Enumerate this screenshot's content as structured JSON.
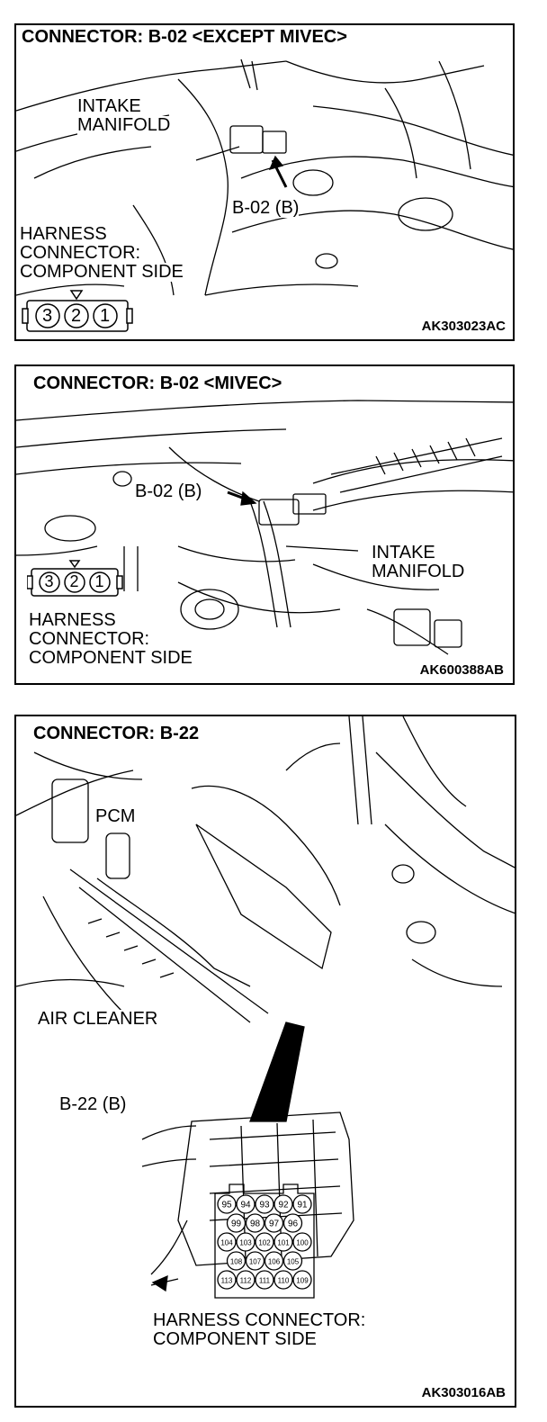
{
  "panel1": {
    "title": "CONNECTOR: B-02 <EXCEPT MIVEC>",
    "labels": {
      "intake_line1": "INTAKE",
      "intake_line2": "MANIFOLD",
      "connector": "B-02 (B)",
      "harness_line1": "HARNESS",
      "harness_line2": "CONNECTOR:",
      "harness_line3": "COMPONENT SIDE"
    },
    "pins": [
      "3",
      "2",
      "1"
    ],
    "code": "AK303023AC"
  },
  "panel2": {
    "title": "CONNECTOR: B-02 <MIVEC>",
    "labels": {
      "connector": "B-02 (B)",
      "intake_line1": "INTAKE",
      "intake_line2": "MANIFOLD",
      "harness_line1": "HARNESS",
      "harness_line2": "CONNECTOR:",
      "harness_line3": "COMPONENT SIDE"
    },
    "pins": [
      "3",
      "2",
      "1"
    ],
    "code": "AK600388AB"
  },
  "panel3": {
    "title": "CONNECTOR: B-22",
    "labels": {
      "pcm": "PCM",
      "air_cleaner": "AIR CLEANER",
      "connector": "B-22 (B)",
      "harness_line1": "HARNESS CONNECTOR:",
      "harness_line2": "COMPONENT SIDE"
    },
    "pin_rows": [
      [
        "95",
        "94",
        "93",
        "92",
        "91"
      ],
      [
        "99",
        "98",
        "97",
        "96"
      ],
      [
        "104",
        "103",
        "102",
        "101",
        "100"
      ],
      [
        "108",
        "107",
        "106",
        "105"
      ],
      [
        "113",
        "112",
        "111",
        "110",
        "109"
      ]
    ],
    "code": "AK303016AB"
  }
}
